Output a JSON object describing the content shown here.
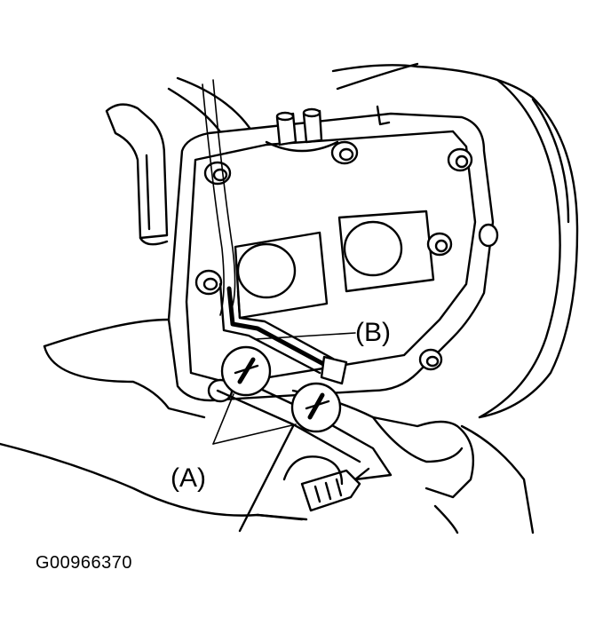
{
  "labels": {
    "callout_a": "(A)",
    "callout_b": "(B)"
  },
  "figure_code": "G00966370",
  "colors": {
    "line": "#000000",
    "background": "#ffffff"
  }
}
